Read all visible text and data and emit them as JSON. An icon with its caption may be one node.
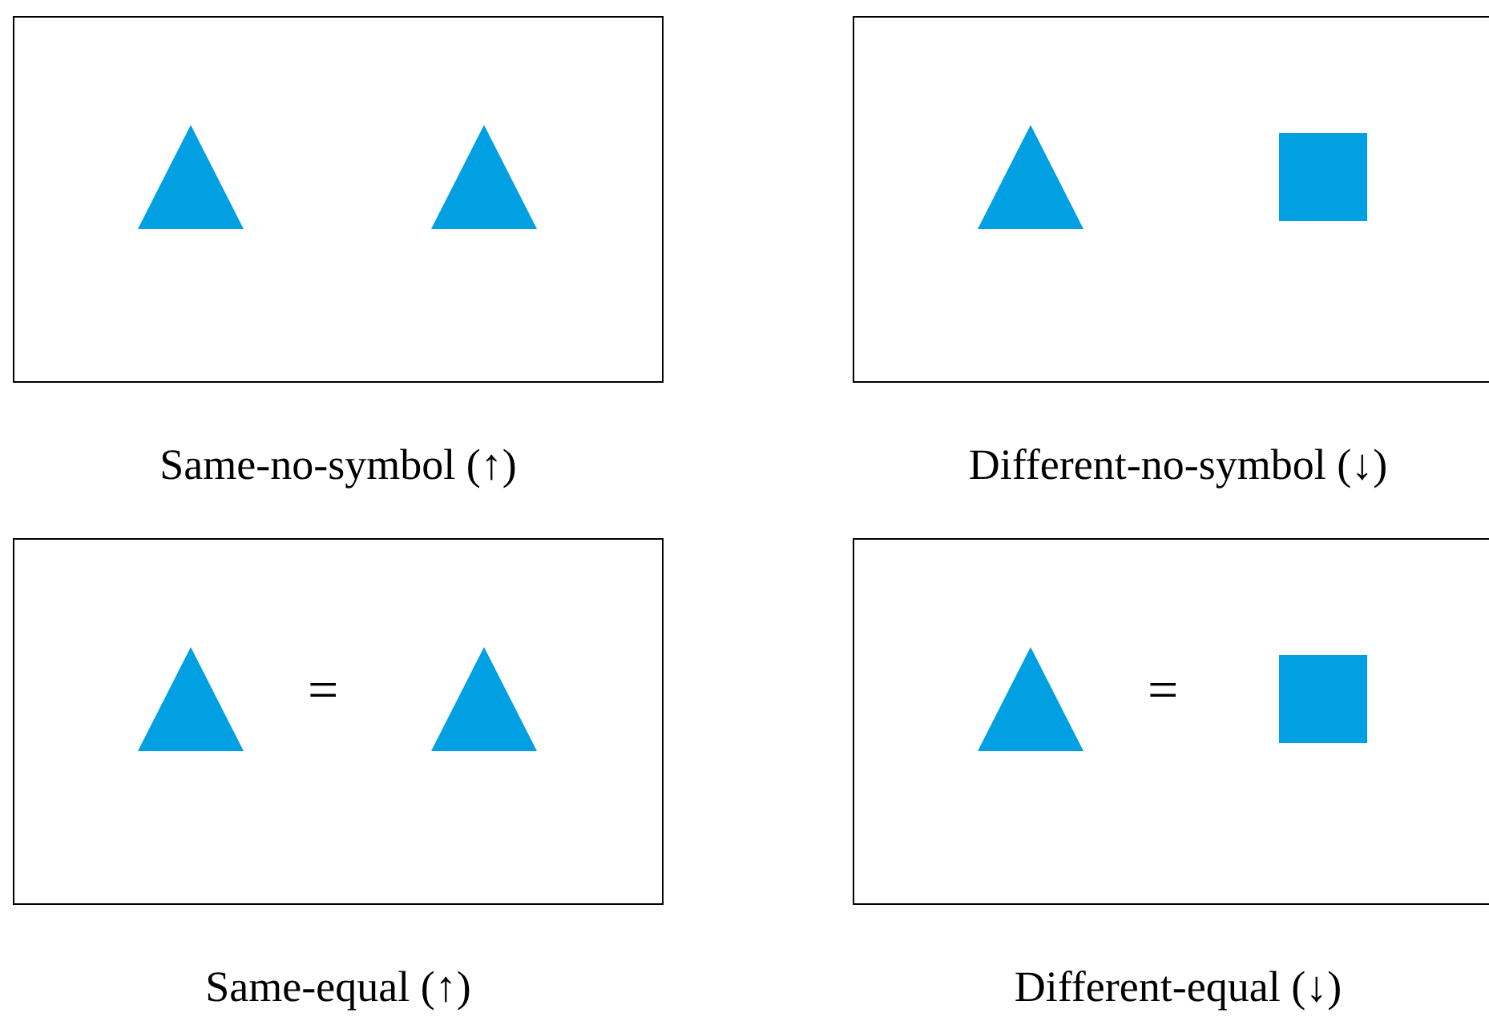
{
  "diagram": {
    "nodes": [
      {
        "text": [],
        "shape": "box",
        "beside": [
          "Same-no-symbol (↑)"
        ]
      },
      {
        "text": [],
        "shape": "triangle",
        "in": 0
      },
      {
        "text": [],
        "shape": "triangle",
        "in": 0
      },
      {
        "text": [],
        "shape": "box",
        "beside": [
          "Different-no-symbol (↓)"
        ]
      },
      {
        "text": [],
        "shape": "triangle",
        "in": 3
      },
      {
        "text": [],
        "shape": "square",
        "in": 3
      },
      {
        "text": [],
        "shape": "box",
        "beside": [
          "Same-equal (↑)"
        ]
      },
      {
        "text": [],
        "shape": "triangle",
        "in": 6
      },
      {
        "text": [],
        "shape": "triangle",
        "in": 6
      },
      {
        "text": [],
        "shape": "box",
        "beside": [
          "Different-equal (↓)"
        ]
      },
      {
        "text": [],
        "shape": "triangle",
        "in": 9
      },
      {
        "text": [],
        "shape": "square",
        "in": 9
      }
    ],
    "labels": [
      "=",
      "="
    ]
  }
}
